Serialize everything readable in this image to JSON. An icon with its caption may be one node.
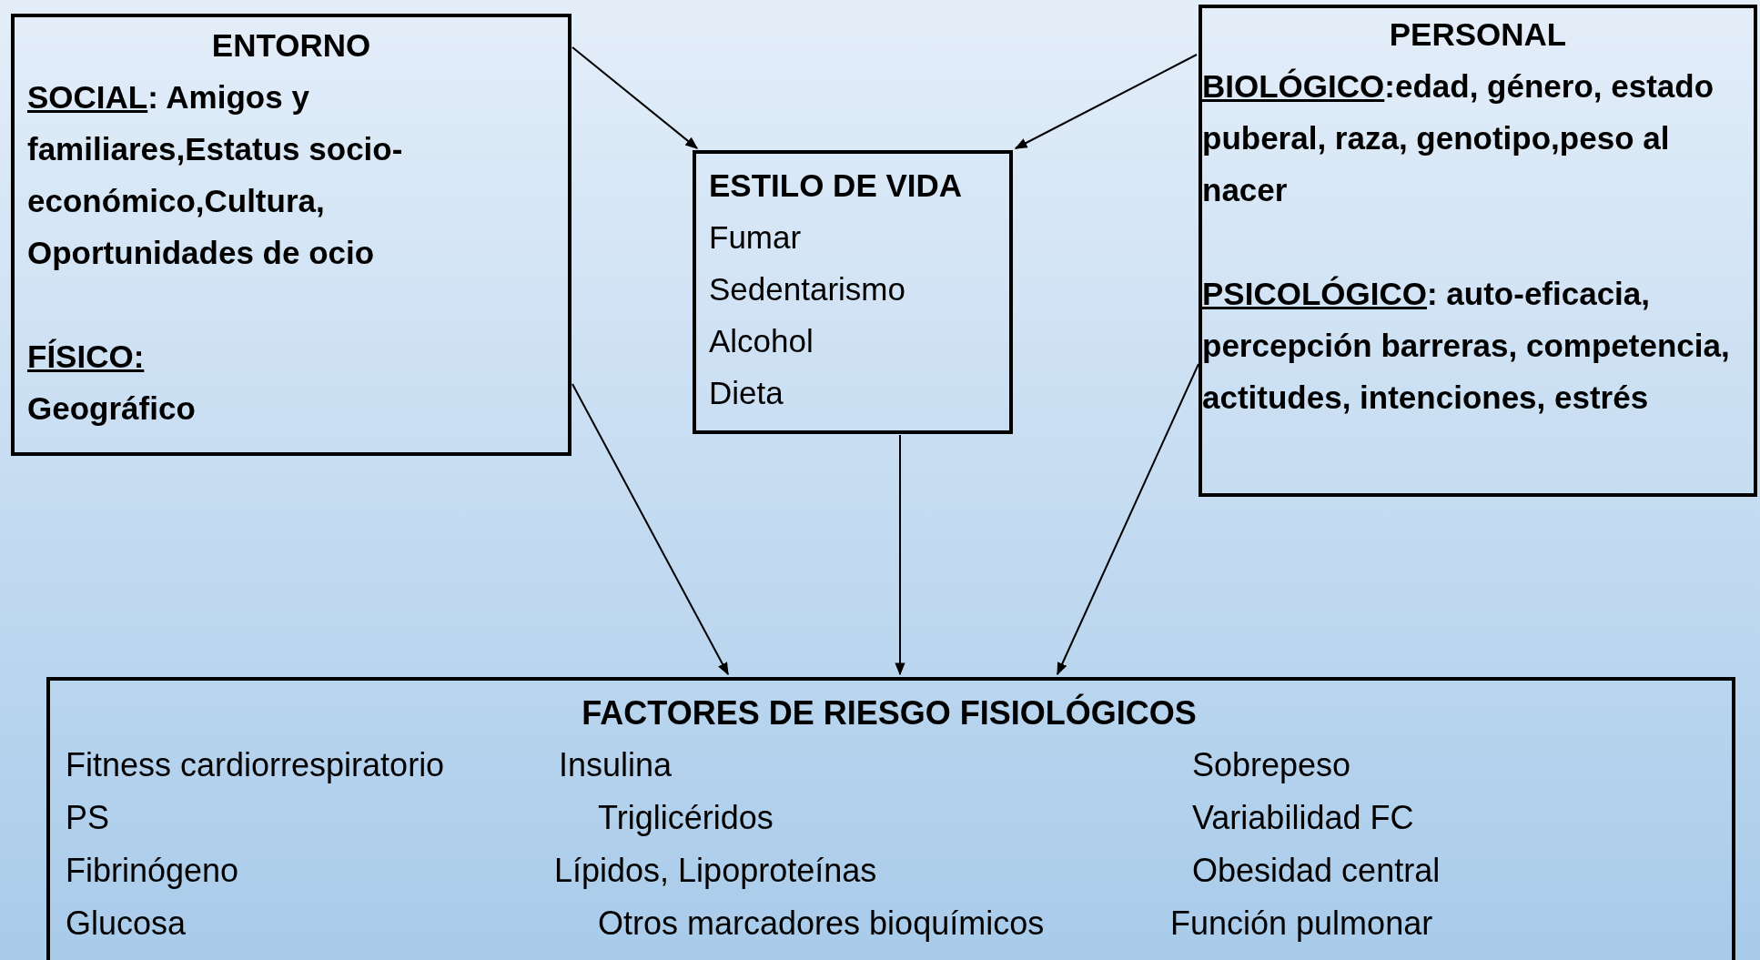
{
  "diagram": {
    "nodes": [
      {
        "text": [
          "ENTORNO",
          "SOCIAL",
          ": Amigos y familiares,Estatus socio-económico,Cultura, Oportunidades de ocio",
          "FÍSICO:",
          "Geográfico"
        ]
      },
      {
        "text": [
          "ESTILO DE VIDA",
          "Fumar",
          "Sedentarismo",
          "Alcohol",
          "Dieta"
        ]
      },
      {
        "text": [
          "PERSONAL",
          "BIOLÓGICO",
          ":edad, género, estado puberal, raza, genotipo,peso al nacer",
          "PSICOLÓGICO",
          ": auto-eficacia, percepción barreras, competencia, actitudes, intenciones, estrés"
        ]
      },
      {
        "text": [
          "FACTORES DE RIESGO FISIOLÓGICOS",
          "Fitness cardiorrespiratorio",
          "Insulina",
          "Sobrepeso",
          "PS",
          "Triglicéridos",
          "Variabilidad FC",
          "Fibrinógeno",
          "Lípidos, Lipoproteínas",
          "Obesidad central",
          "Glucosa",
          "Otros marcadores bioquímicos",
          "Función pulmonar"
        ]
      }
    ],
    "edges": [
      {
        "from": 0,
        "to": 1,
        "arrow": "to"
      },
      {
        "from": 2,
        "to": 1,
        "arrow": "to"
      },
      {
        "from": 0,
        "to": 3,
        "arrow": "to"
      },
      {
        "from": 1,
        "to": 3,
        "arrow": "to"
      },
      {
        "from": 2,
        "to": 3,
        "arrow": "to"
      }
    ]
  }
}
